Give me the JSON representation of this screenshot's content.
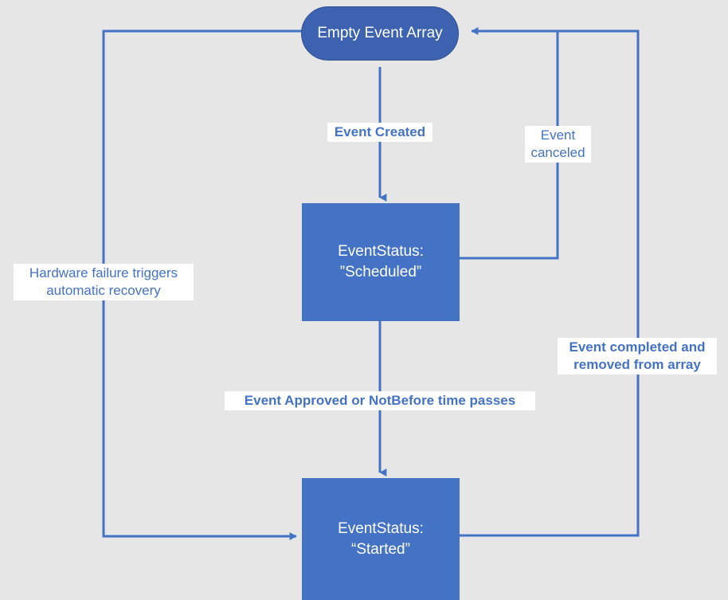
{
  "diagram": {
    "title": "Event lifecycle state diagram",
    "background_color": "#E6E6E6",
    "node_fill_rect": "#4472C4",
    "node_fill_rounded": "#3C62B0",
    "edge_color": "#4472C4",
    "label_text_color": "#4472C4",
    "node_text_color": "#FFFFFF"
  },
  "nodes": {
    "empty_event_array": {
      "label": "Empty Event Array",
      "shape": "rounded"
    },
    "scheduled": {
      "line1": "EventStatus:",
      "line2": "”Scheduled”",
      "shape": "rectangle"
    },
    "started": {
      "line1": "EventStatus:",
      "line2": "“Started”",
      "shape": "rectangle"
    }
  },
  "edge_labels": {
    "event_created": {
      "line1": "Event Created",
      "weight": "bold"
    },
    "event_canceled": {
      "line1": "Event",
      "line2": "canceled",
      "weight": "regular"
    },
    "hardware_failure": {
      "line1": "Hardware failure triggers",
      "line2": "automatic recovery",
      "weight": "regular"
    },
    "event_completed": {
      "line1": "Event completed and",
      "line2": "removed from array",
      "weight": "bold"
    },
    "event_approved": {
      "line1": "Event Approved or NotBefore time passes",
      "weight": "bold"
    }
  }
}
